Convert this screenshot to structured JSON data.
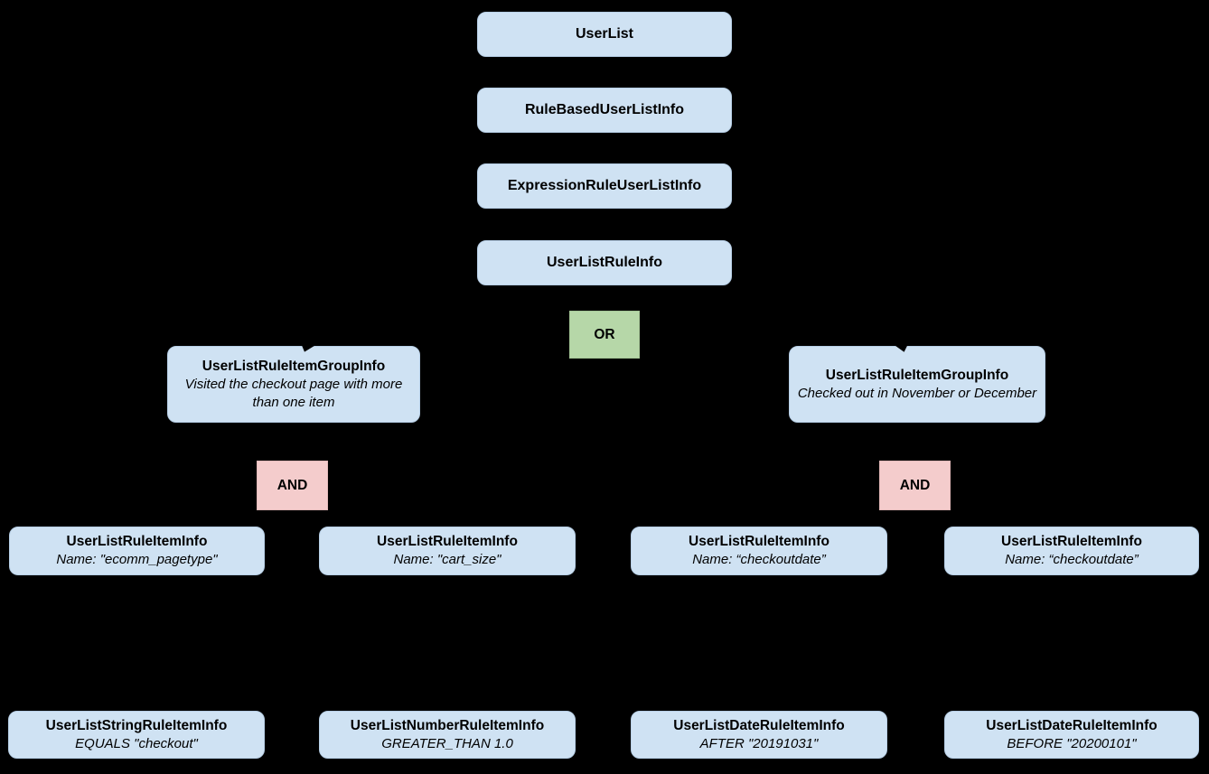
{
  "diagram": {
    "background": "#000000",
    "colors": {
      "node_fill": "#cfe2f3",
      "or_fill": "#b6d7a8",
      "and_fill": "#f4cccc",
      "text": "#000000"
    },
    "chain": [
      {
        "label": "UserList"
      },
      {
        "label": "RuleBasedUserListInfo"
      },
      {
        "label": "ExpressionRuleUserListInfo"
      },
      {
        "label": "UserListRuleInfo"
      }
    ],
    "or_label": "OR",
    "and_label": "AND",
    "groups": [
      {
        "title": "UserListRuleItemGroupInfo",
        "subtitle": "Visited the checkout page with more than one item"
      },
      {
        "title": "UserListRuleItemGroupInfo",
        "subtitle": "Checked out in November or December"
      }
    ],
    "rule_items": [
      {
        "title": "UserListRuleItemInfo",
        "subtitle": "Name: \"ecomm_pagetype\""
      },
      {
        "title": "UserListRuleItemInfo",
        "subtitle": "Name: \"cart_size\""
      },
      {
        "title": "UserListRuleItemInfo",
        "subtitle": "Name: “checkoutdate”"
      },
      {
        "title": "UserListRuleItemInfo",
        "subtitle": "Name: “checkoutdate”"
      }
    ],
    "leaf_items": [
      {
        "title": "UserListStringRuleItemInfo",
        "subtitle": "EQUALS \"checkout\""
      },
      {
        "title": "UserListNumberRuleItemInfo",
        "subtitle": "GREATER_THAN 1.0"
      },
      {
        "title": "UserListDateRuleItemInfo",
        "subtitle": "AFTER \"20191031\""
      },
      {
        "title": "UserListDateRuleItemInfo",
        "subtitle": "BEFORE \"20200101\""
      }
    ]
  }
}
